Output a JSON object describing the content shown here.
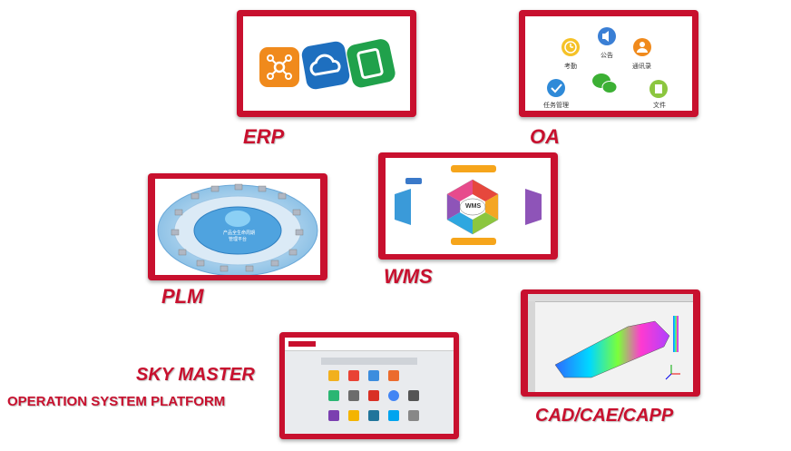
{
  "labels": {
    "erp": "ERP",
    "oa": "OA",
    "plm": "PLM",
    "wms": "WMS",
    "sky_master": "SKY MASTER",
    "operation_platform": "OPERATION SYSTEM PLATFORM",
    "cad": "CAD/CAE/CAPP"
  },
  "oa_icons": {
    "kaoqin": "考勤",
    "gonggao": "公告",
    "tongxunlu": "通讯录",
    "renwu": "任务管理",
    "wenjian": "文件"
  },
  "plm_center": {
    "line1": "产品全生命周期",
    "line2": "管理平台"
  },
  "wms_center": "WMS",
  "colors": {
    "brand_red": "#c8102e",
    "erp_orange": "#f08a1c",
    "erp_blue": "#1e6fbf",
    "erp_green": "#20a14b"
  }
}
